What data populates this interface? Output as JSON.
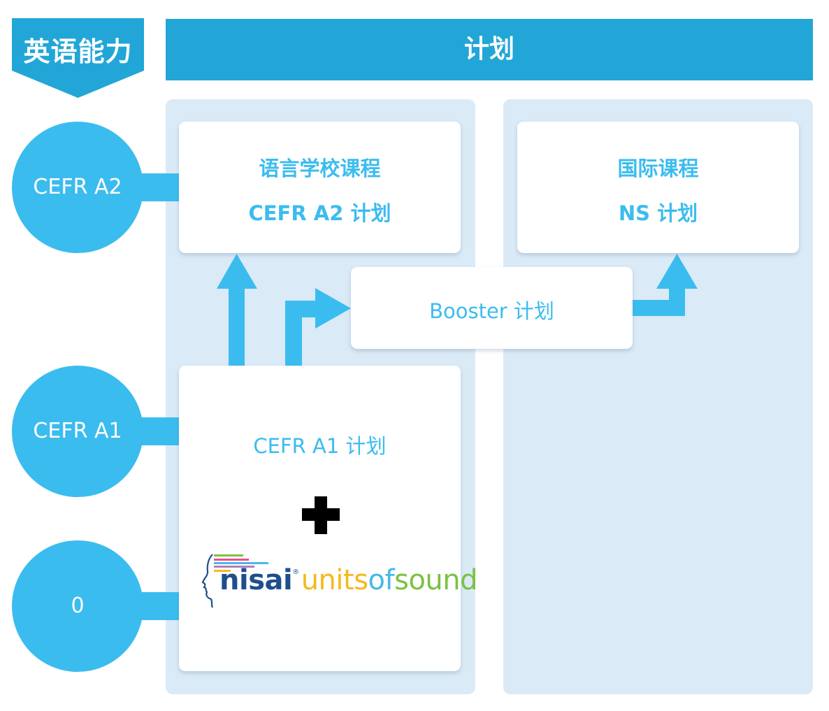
{
  "header": {
    "left_badge_label": "英语能力",
    "plan_bar_label": "计划"
  },
  "levels": [
    {
      "label": "CEFR A2"
    },
    {
      "label": "CEFR A1"
    },
    {
      "label": "0"
    }
  ],
  "cards": {
    "a2": {
      "title": "语言学校课程",
      "subtitle": "CEFR A2 计划"
    },
    "ns": {
      "title": "国际课程",
      "subtitle": "NS 计划"
    },
    "booster": {
      "title": "Booster 计划"
    },
    "a1": {
      "title": "CEFR A1 计划",
      "plus_symbol": "+",
      "partner_logo": {
        "brand_primary": "nisai",
        "registered_mark": "®",
        "brand_parts": [
          "units",
          "of",
          "sound"
        ],
        "icon": "head-profile-with-sound-lines-icon"
      }
    }
  },
  "colors": {
    "header_blue": "#22a6d7",
    "accent_blue": "#3bbcef",
    "panel_bg": "#daeaf7",
    "card_bg": "#ffffff",
    "logo_navy": "#1f4e8c",
    "logo_yellow": "#f6b91c",
    "logo_lightblue": "#46b9e9",
    "logo_green": "#7cc142"
  }
}
